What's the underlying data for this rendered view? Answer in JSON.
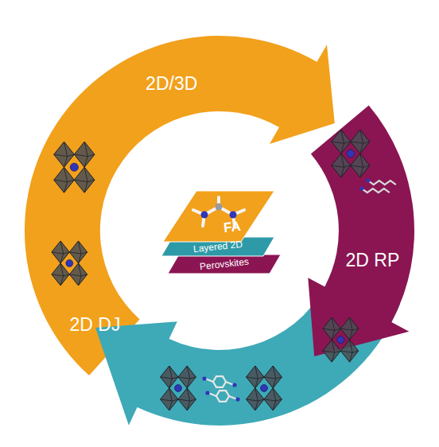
{
  "diagram": {
    "nodes": [
      {
        "text": [
          "2D/3D"
        ]
      },
      {
        "text": [
          "2D RP"
        ]
      },
      {
        "text": [
          "2D DJ"
        ]
      },
      {
        "text": [
          "FA"
        ]
      },
      {
        "text": [
          "Layered 2D"
        ]
      },
      {
        "text": [
          "Perovskites"
        ]
      }
    ]
  }
}
